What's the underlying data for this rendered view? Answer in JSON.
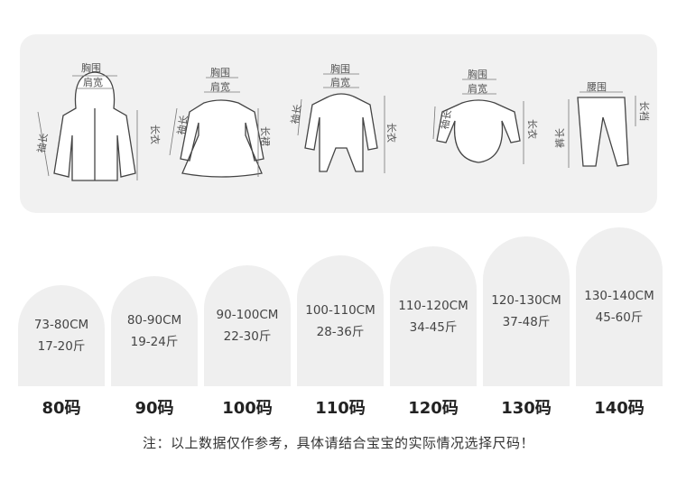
{
  "labels": {
    "chest": "胸围",
    "shoulder": "肩宽",
    "sleeve": "袖长",
    "length": "长衣",
    "skirt_length": "长裙",
    "waist": "腰围",
    "pants_length": "裤长",
    "crotch": "长裆"
  },
  "sizes": [
    {
      "height": "73-80CM",
      "weight": "17-20斤",
      "label": "80码"
    },
    {
      "height": "80-90CM",
      "weight": "19-24斤",
      "label": "90码"
    },
    {
      "height": "90-100CM",
      "weight": "22-30斤",
      "label": "100码"
    },
    {
      "height": "100-110CM",
      "weight": "28-36斤",
      "label": "110码"
    },
    {
      "height": "110-120CM",
      "weight": "34-45斤",
      "label": "120码"
    },
    {
      "height": "120-130CM",
      "weight": "37-48斤",
      "label": "130码"
    },
    {
      "height": "130-140CM",
      "weight": "45-60斤",
      "label": "140码"
    }
  ],
  "footnote": "注：以上数据仅作参考，具体请结合宝宝的实际情况选择尺码！",
  "colors": {
    "panel": "#f1f1f1",
    "arch": "#efefef",
    "outline": "#444444"
  }
}
